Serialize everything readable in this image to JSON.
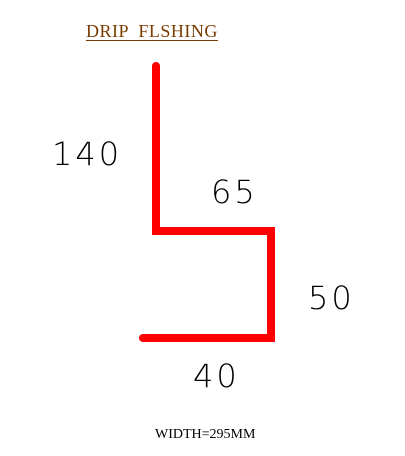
{
  "title": "DRIP  FLSHING",
  "footer": "WIDTH=295MM",
  "dimensions": {
    "d140": "140",
    "d65": "65",
    "d50": "50",
    "d40": "40"
  },
  "colors": {
    "title": "#7a3b00",
    "profile_line": "#ff0000",
    "text": "#000000"
  }
}
